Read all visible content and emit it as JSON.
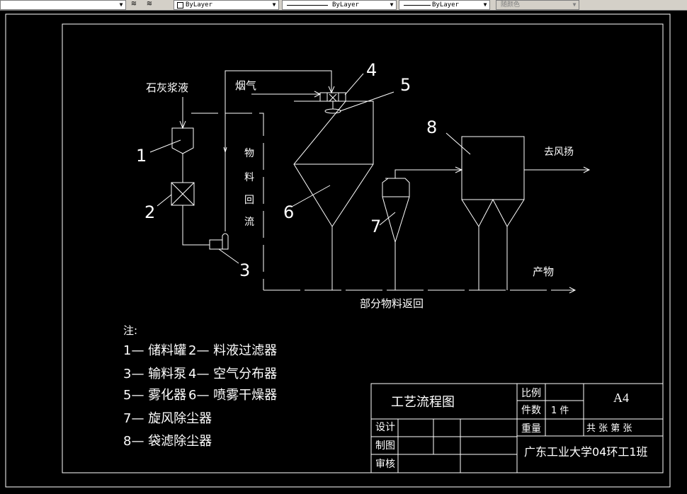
{
  "toolbar": {
    "layer_combo_1": "ByLayer",
    "layer_combo_2": "ByLayer",
    "layer_combo_3": "ByLayer",
    "color_combo": "随颜色",
    "icons": [
      "layer-stack-icon",
      "layer-states-icon"
    ]
  },
  "diagram": {
    "labels": {
      "shihuijiang": "石灰浆液",
      "yanqi": "烟气",
      "wuliao": "物",
      "liao": "料",
      "hui": "回",
      "liu": "流",
      "qufengji": "去风扬",
      "chanwu": "产物",
      "fanhui": "部分物料返回"
    },
    "numbers": [
      "1",
      "2",
      "3",
      "4",
      "5",
      "6",
      "7",
      "8"
    ],
    "notes": {
      "title": "注:",
      "items": [
        "1— 储料罐",
        "2— 料液过滤器",
        "3— 输料泵",
        "4— 空气分布器",
        "5— 雾化器",
        "6— 喷雾干燥器",
        "7— 旋风除尘器",
        "8— 袋滤除尘器"
      ]
    }
  },
  "title_block": {
    "drawing_title": "工艺流程图",
    "scale_label": "比例",
    "count_label": "件数",
    "count_value": "1 件",
    "paper_size": "A4",
    "weight_label": "重量",
    "sheet_text": "共 张 第 张",
    "design_label": "设计",
    "draw_label": "制图",
    "review_label": "审核",
    "organization": "广东工业大学04环工1班"
  },
  "colors": {
    "background": "#000000",
    "lines": "#ffffff",
    "toolbar": "#d4d0c8"
  }
}
